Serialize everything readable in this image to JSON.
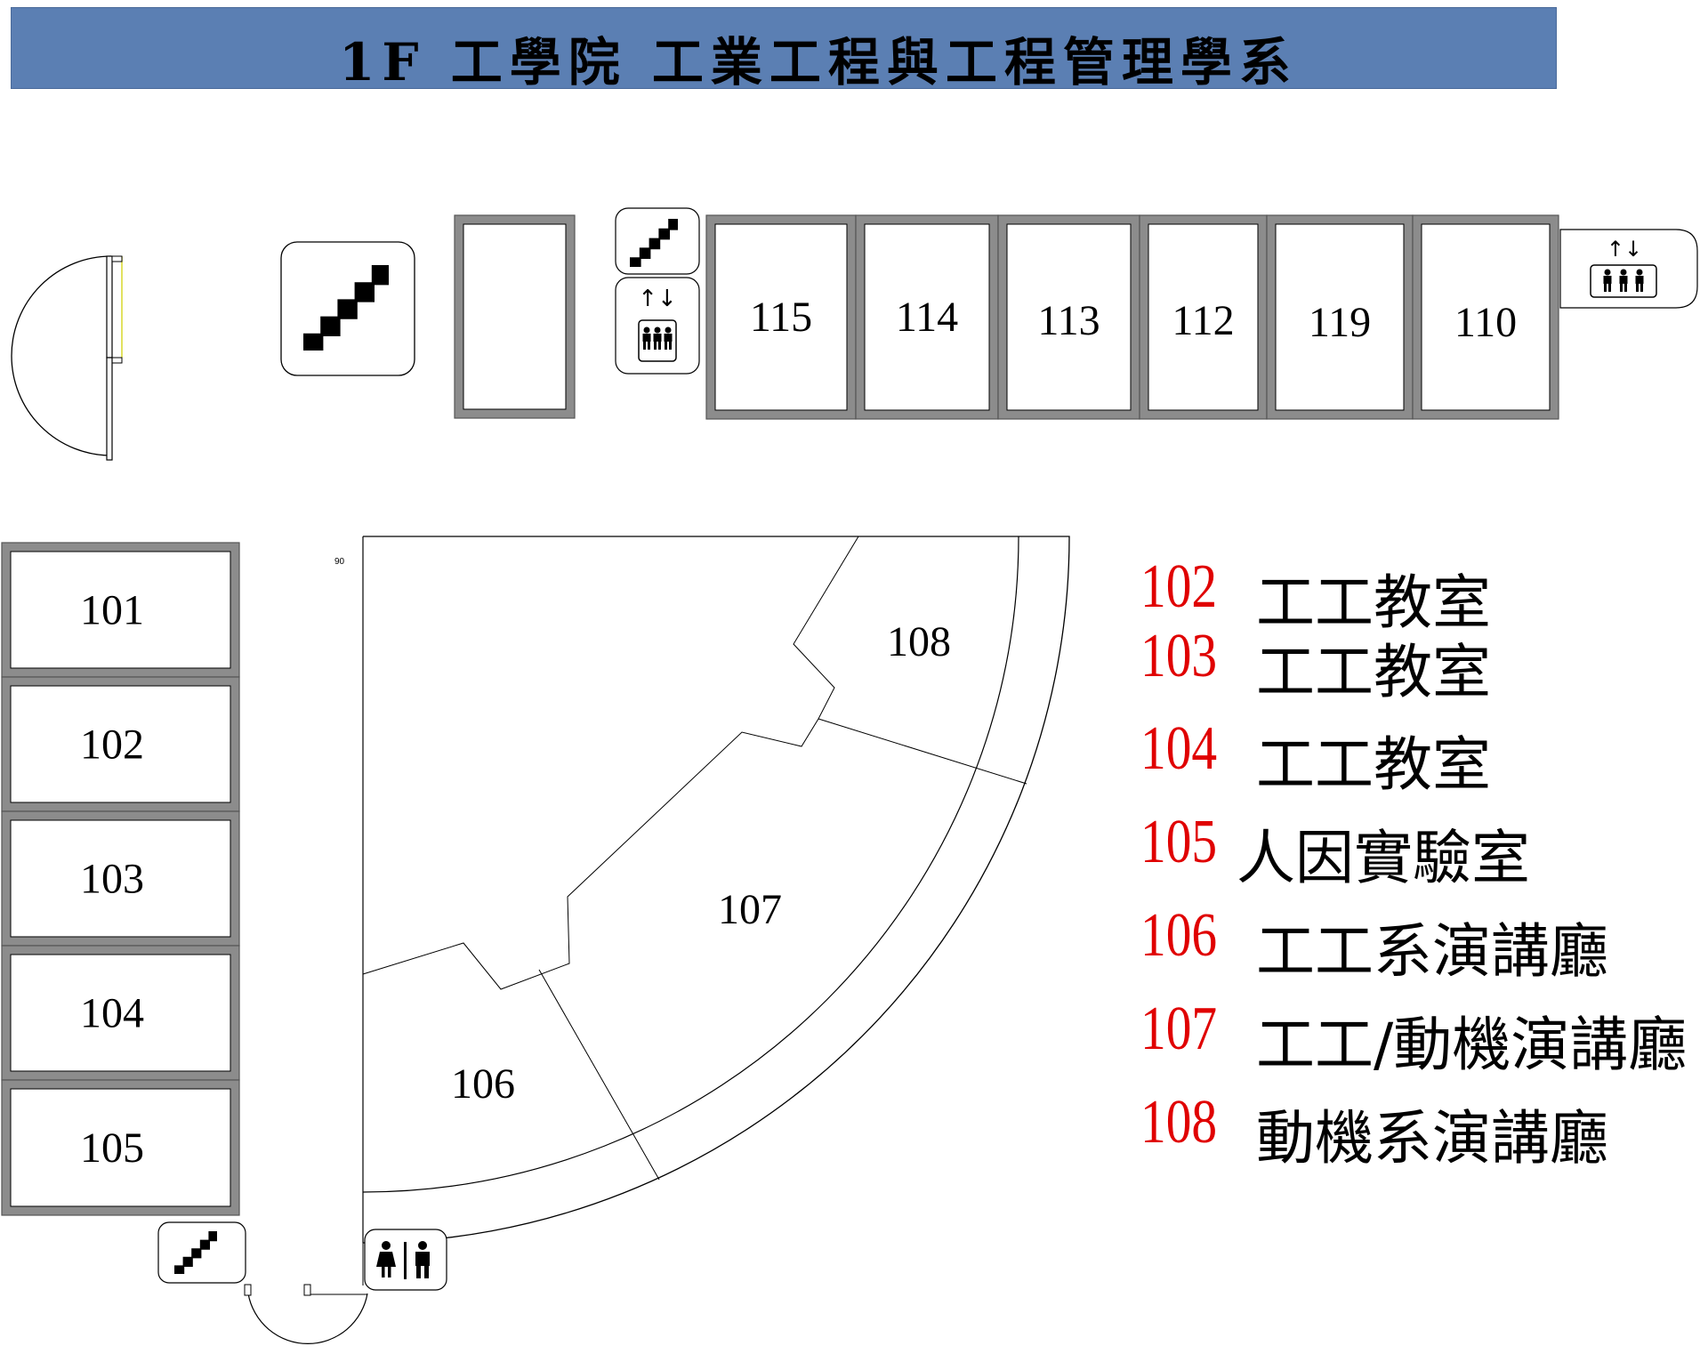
{
  "header": {
    "title": "1F  工學院  工業工程與工程管理學系",
    "color": "#5b7fb3"
  },
  "rooms": {
    "top_row": [
      "115",
      "114",
      "113",
      "112",
      "119",
      "110"
    ],
    "left_column": [
      "101",
      "102",
      "103",
      "104",
      "105"
    ],
    "fan": [
      "108",
      "107",
      "106"
    ]
  },
  "icons": {
    "stairs": "stairs-icon",
    "elevator": "elevator-icon",
    "restroom": "restroom-icon",
    "elevator_arrows": "↑↓"
  },
  "small_label": "90",
  "legend": [
    {
      "number": "102",
      "name": "工工教室"
    },
    {
      "number": "103",
      "name": "工工教室"
    },
    {
      "number": "104",
      "name": "工工教室"
    },
    {
      "number": "105",
      "name": "人因實驗室"
    },
    {
      "number": "106",
      "name": "工工系演講廳"
    },
    {
      "number": "107",
      "name": "工工/動機演講廳"
    },
    {
      "number": "108",
      "name": "動機系演講廳"
    }
  ],
  "colors": {
    "legend_number": "#e00000",
    "wall_gray": "#8c8c8c"
  }
}
